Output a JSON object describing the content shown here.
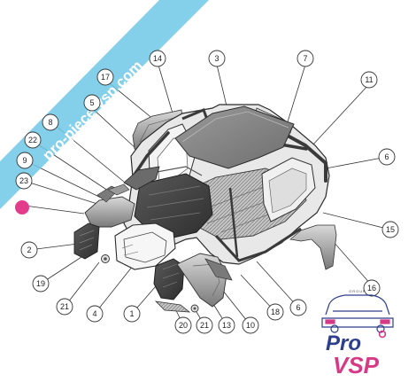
{
  "watermark": {
    "text": "pro-piece-vsp.com",
    "color": "#6fc8e8"
  },
  "logo": {
    "group_text": "GROUP",
    "line1": "Pro",
    "line2": "VSP",
    "pink": "#d63a86",
    "navy": "#2c3e8c"
  },
  "callouts": [
    "1",
    "2",
    "3",
    "4",
    "5",
    "6",
    "6",
    "7",
    "8",
    "9",
    "10",
    "11",
    "13",
    "14",
    "15",
    "16",
    "17",
    "18",
    "19",
    "20",
    "21",
    "21",
    "22",
    "23"
  ],
  "colors": {
    "panel_dark": "#4a4a4a",
    "panel_mid": "#8c8c8c",
    "panel_light": "#c8c8c8",
    "marker": "#e33c8a"
  }
}
